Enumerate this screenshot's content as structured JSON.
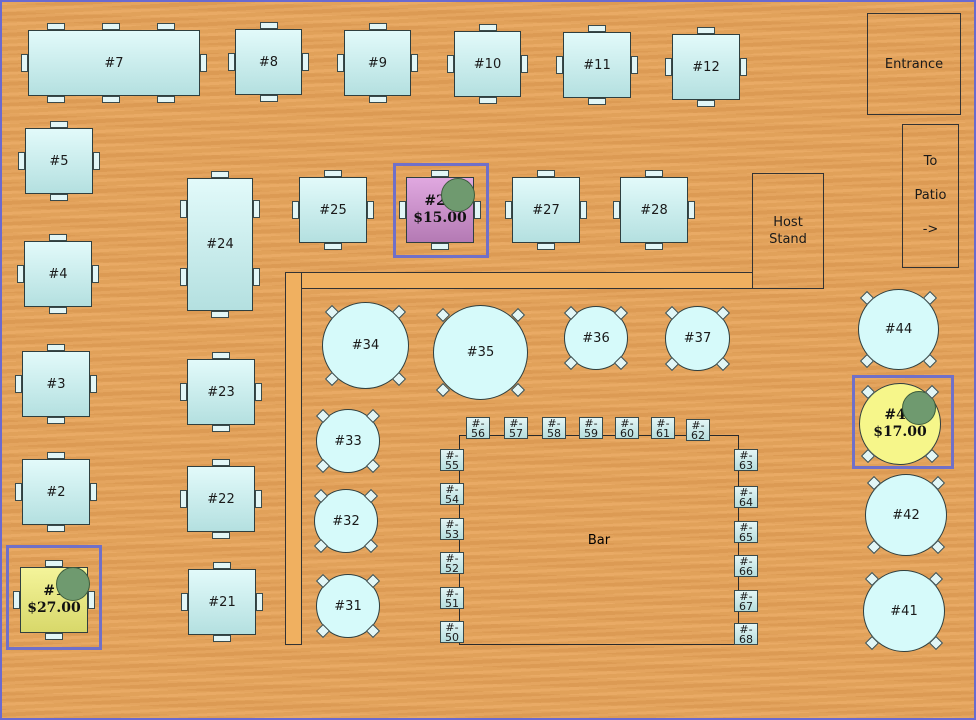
{
  "rect_tables": [
    {
      "label": "#7"
    },
    {
      "label": "#8"
    },
    {
      "label": "#9"
    },
    {
      "label": "#10"
    },
    {
      "label": "#11"
    },
    {
      "label": "#12"
    },
    {
      "label": "#5"
    },
    {
      "label": "#4"
    },
    {
      "label": "#3"
    },
    {
      "label": "#2"
    },
    {
      "label": "#24"
    },
    {
      "label": "#25"
    },
    {
      "label": "#27"
    },
    {
      "label": "#28"
    },
    {
      "label": "#23"
    },
    {
      "label": "#22"
    },
    {
      "label": "#21"
    }
  ],
  "round_tables": [
    {
      "label": "#34"
    },
    {
      "label": "#35"
    },
    {
      "label": "#36"
    },
    {
      "label": "#37"
    },
    {
      "label": "#44"
    },
    {
      "label": "#33"
    },
    {
      "label": "#32"
    },
    {
      "label": "#31"
    },
    {
      "label": "#42"
    },
    {
      "label": "#41"
    }
  ],
  "occupied": {
    "t1": {
      "label": "#1",
      "amount": "$27.00"
    },
    "t26": {
      "label": "#26",
      "amount": "$15.00"
    },
    "t43": {
      "label": "#43",
      "amount": "$17.00"
    }
  },
  "bar_seats": [
    {
      "top": "#-",
      "num": "56"
    },
    {
      "top": "#-",
      "num": "57"
    },
    {
      "top": "#-",
      "num": "58"
    },
    {
      "top": "#-",
      "num": "59"
    },
    {
      "top": "#-",
      "num": "60"
    },
    {
      "top": "#-",
      "num": "61"
    },
    {
      "top": "#-",
      "num": "62"
    },
    {
      "top": "#-",
      "num": "55"
    },
    {
      "top": "#-",
      "num": "54"
    },
    {
      "top": "#-",
      "num": "53"
    },
    {
      "top": "#-",
      "num": "52"
    },
    {
      "top": "#-",
      "num": "51"
    },
    {
      "top": "#-",
      "num": "50"
    },
    {
      "top": "#-",
      "num": "63"
    },
    {
      "top": "#-",
      "num": "64"
    },
    {
      "top": "#-",
      "num": "65"
    },
    {
      "top": "#-",
      "num": "66"
    },
    {
      "top": "#-",
      "num": "67"
    },
    {
      "top": "#-",
      "num": "68"
    }
  ],
  "bar": {
    "label": "Bar"
  },
  "entrance": {
    "label": "Entrance"
  },
  "host": {
    "line1": "Host",
    "line2": "Stand"
  },
  "patio": {
    "line1": "To",
    "line2": "Patio",
    "line3": "->"
  },
  "colors": {
    "selection": "#7070c8",
    "occupied_yellow": "#f4f49a",
    "occupied_purple": "#c890c8",
    "table": "#c8eeee",
    "floor": "#e7a45a",
    "server_dot": "#6f9a6f"
  }
}
